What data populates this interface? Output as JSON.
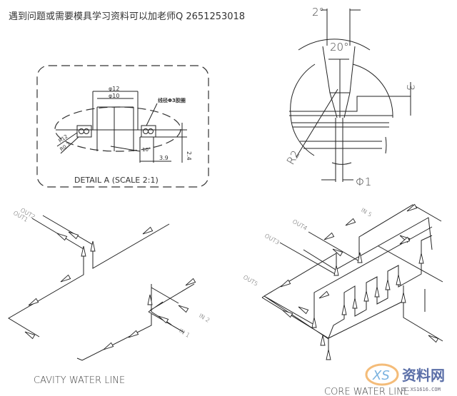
{
  "header_note": "遇到问题或需要模具学习资料可以加老师Q 2651253018",
  "detail_a": {
    "title": "DETAIL A (SCALE 2:1)",
    "dim_outer": "φ12",
    "dim_inner": "φ10",
    "oring_label": "线径Φ3胶圈",
    "radius_1": "R12",
    "radius_2": "R0.7",
    "angle": "10°",
    "width": "3.9",
    "height": "2.4"
  },
  "gate_detail": {
    "angle_small": "2°",
    "angle_large": "20°",
    "depth": "3",
    "radius": "R2",
    "diameter": "Φ1"
  },
  "cavity_water_line": {
    "title": "CAVITY WATER LINE",
    "labels": [
      "OUT2",
      "OUT1",
      "IN 2",
      "IN 1"
    ]
  },
  "core_water_line": {
    "title": "CORE WATER LINE",
    "labels": [
      "IN 5",
      "OUT4",
      "OUT3",
      "OUT5"
    ]
  },
  "watermark": {
    "name": "资料网",
    "url": "ZL.XS1616.COM"
  }
}
